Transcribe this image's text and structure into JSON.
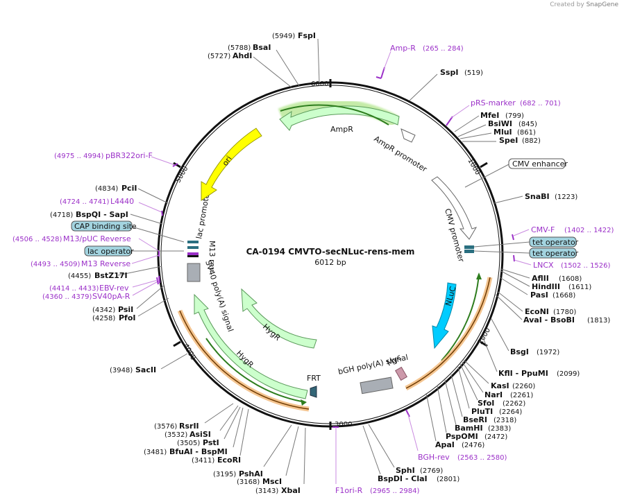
{
  "credit": {
    "prefix": "Created by",
    "brand": "SnapGene"
  },
  "plasmid": {
    "name": "CA-0194 CMVTO-secNLuc-rens-mem",
    "size": "6012 bp"
  },
  "ticks": [
    "6000",
    "1000",
    "2000",
    "3000",
    "4000",
    "5000"
  ],
  "features": [
    {
      "name": "AmpR",
      "color": "#ccffcc",
      "stroke": "#5a9a5a"
    },
    {
      "name": "AmpR promoter",
      "color": "#ffffff",
      "stroke": "#666666"
    },
    {
      "name": "CMV enhancer",
      "color": "#ffffff",
      "stroke": "#666666"
    },
    {
      "name": "CMV promoter",
      "color": "#ffffff",
      "stroke": "#666666"
    },
    {
      "name": "NLuC",
      "color": "#00ccff",
      "stroke": "#0088aa"
    },
    {
      "name": "Myc",
      "color": "#cc99aa",
      "stroke": "#885566"
    },
    {
      "name": "bGH poly(A) signal",
      "color": "#a9aeb5",
      "stroke": "#666666"
    },
    {
      "name": "FRT",
      "color": "#336677",
      "stroke": "#223344"
    },
    {
      "name": "HygR",
      "color": "#ccffcc",
      "stroke": "#5a9a5a"
    },
    {
      "name": "SV40 poly(A) signal",
      "color": "#a9aeb5",
      "stroke": "#666666"
    },
    {
      "name": "M13 rev",
      "color": "#000000",
      "stroke": "#000000"
    },
    {
      "name": "lac promoter",
      "color": "#ffffff",
      "stroke": "#666666"
    },
    {
      "name": "ori",
      "color": "#ffff00",
      "stroke": "#999900"
    },
    {
      "name": "tet operator",
      "color": "#2a6f80",
      "stroke": "#1a4f60"
    }
  ],
  "boxed_labels": [
    {
      "name": "CMV enhancer",
      "fill": "#ffffff"
    },
    {
      "name": "tet operator",
      "fill": "#a3d4e0"
    },
    {
      "name": "tet operator",
      "fill": "#a3d4e0"
    },
    {
      "name": "CAP binding site",
      "fill": "#a3d4e0"
    },
    {
      "name": "lac operator",
      "fill": "#a3d4e0"
    }
  ],
  "enzymes": [
    {
      "name": "FspI",
      "pos": "(5949)"
    },
    {
      "name": "BsaI",
      "pos": "(5788)"
    },
    {
      "name": "AhdI",
      "pos": "(5727)"
    },
    {
      "name": "SspI",
      "pos": "(519)"
    },
    {
      "name": "MfeI",
      "pos": "(799)"
    },
    {
      "name": "BsiWI",
      "pos": "(845)"
    },
    {
      "name": "MluI",
      "pos": "(861)"
    },
    {
      "name": "SpeI",
      "pos": "(882)"
    },
    {
      "name": "SnaBI",
      "pos": "(1223)"
    },
    {
      "name": "AflII",
      "pos": "(1608)"
    },
    {
      "name": "HindIII",
      "pos": "(1611)"
    },
    {
      "name": "PasI",
      "pos": "(1668)"
    },
    {
      "name": "EcoNI",
      "pos": "(1780)"
    },
    {
      "name": "AvaI - BsoBI",
      "pos": "(1813)"
    },
    {
      "name": "BsgI",
      "pos": "(1972)"
    },
    {
      "name": "KflI - PpuMI",
      "pos": "(2099)"
    },
    {
      "name": "KasI",
      "pos": "(2260)"
    },
    {
      "name": "NarI",
      "pos": "(2261)"
    },
    {
      "name": "SfoI",
      "pos": "(2262)"
    },
    {
      "name": "PluTI",
      "pos": "(2264)"
    },
    {
      "name": "BseRI",
      "pos": "(2318)"
    },
    {
      "name": "BamHI",
      "pos": "(2383)"
    },
    {
      "name": "PspOMI",
      "pos": "(2472)"
    },
    {
      "name": "ApaI",
      "pos": "(2476)"
    },
    {
      "name": "SphI",
      "pos": "(2769)"
    },
    {
      "name": "BspDI - ClaI",
      "pos": "(2801)"
    },
    {
      "name": "XbaI",
      "pos": "(3143)"
    },
    {
      "name": "MscI",
      "pos": "(3168)"
    },
    {
      "name": "PshAI",
      "pos": "(3195)"
    },
    {
      "name": "EcoRI",
      "pos": "(3411)"
    },
    {
      "name": "BfuAI - BspMI",
      "pos": "(3481)"
    },
    {
      "name": "PstI",
      "pos": "(3505)"
    },
    {
      "name": "AsiSI",
      "pos": "(3532)"
    },
    {
      "name": "RsrII",
      "pos": "(3576)"
    },
    {
      "name": "SacII",
      "pos": "(3948)"
    },
    {
      "name": "PfoI",
      "pos": "(4258)"
    },
    {
      "name": "PsiI",
      "pos": "(4342)"
    },
    {
      "name": "BstZ17I",
      "pos": "(4455)"
    },
    {
      "name": "BspQI - SapI",
      "pos": "(4718)"
    },
    {
      "name": "PciI",
      "pos": "(4834)"
    }
  ],
  "primers": [
    {
      "name": "Amp-R",
      "range": "(265 .. 284)"
    },
    {
      "name": "pRS-marker",
      "range": "(682 .. 701)"
    },
    {
      "name": "CMV-F",
      "range": "(1402 .. 1422)"
    },
    {
      "name": "LNCX",
      "range": "(1502 .. 1526)"
    },
    {
      "name": "BGH-rev",
      "range": "(2563 .. 2580)"
    },
    {
      "name": "F1ori-R",
      "range": "(2965 .. 2984)"
    },
    {
      "name": "SV40pA-R",
      "range": "(4360 .. 4379)"
    },
    {
      "name": "EBV-rev",
      "range": "(4414 .. 4433)"
    },
    {
      "name": "M13 Reverse",
      "range": "(4493 .. 4509)"
    },
    {
      "name": "M13/pUC Reverse",
      "range": "(4506 .. 4528)"
    },
    {
      "name": "L4440",
      "range": "(4724 .. 4741)"
    },
    {
      "name": "pBR322ori-F",
      "range": "(4975 .. 4994)"
    }
  ]
}
